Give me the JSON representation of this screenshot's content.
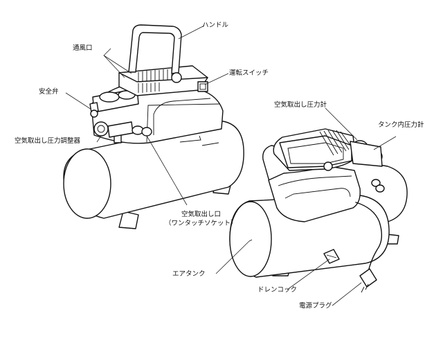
{
  "labels": {
    "handle": "ハンドル",
    "vent": "通風口",
    "switch": "運転スイッチ",
    "safety_valve": "安全弁",
    "pressure_regulator": "空気取出し圧力調整器",
    "outlet_gauge": "空気取出し圧力計",
    "tank_gauge": "タンク内圧力計",
    "air_outlet": "空気取出し口",
    "air_outlet_sub": "（ワンタッチソケット）",
    "air_tank": "エアタンク",
    "drain_cock": "ドレンコック",
    "power_plug": "電源プラグ"
  },
  "colors": {
    "line": "#111111",
    "background": "#ffffff"
  }
}
